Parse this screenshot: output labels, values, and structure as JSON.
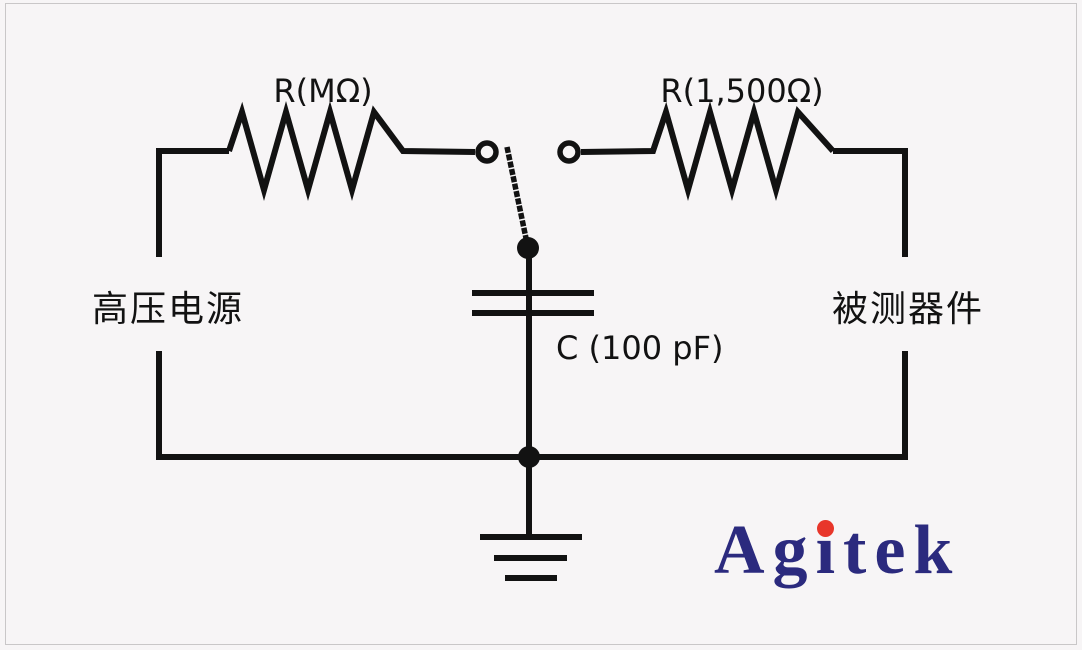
{
  "diagram": {
    "type": "circuit-schematic",
    "labels": {
      "left_resistor": "R(MΩ)",
      "right_resistor": "R(1,500Ω)",
      "capacitor": "C (100 pF)",
      "left_block": "高压电源",
      "right_block": "被测器件"
    },
    "components": {
      "left_resistor": "series charging resistor (megaohm range)",
      "right_resistor": "series discharge resistor 1,500 ohm",
      "capacitor": "energy storage capacitor 100 pF",
      "switch": "two-position switch (charge / discharge)",
      "ground": "earth ground"
    },
    "colors": {
      "wire": "#121212",
      "background": "#F7F5F6",
      "border": "#C9C7C8"
    }
  },
  "brand": {
    "text": "Agitek",
    "prefix": "Ag",
    "i_char": "ı",
    "suffix": "tek",
    "color": "#2B2A7E",
    "dot_color": "#E8362A"
  }
}
